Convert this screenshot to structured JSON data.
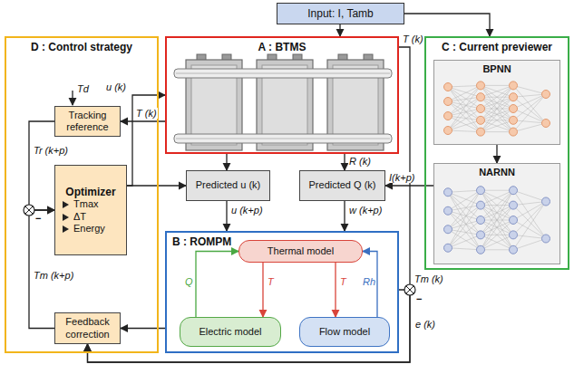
{
  "diagram": {
    "nodes": [
      {
        "text": [
          "Input: I, Tamb"
        ]
      },
      {
        "text": [
          "D : Control strategy"
        ]
      },
      {
        "text": [
          "Tracking reference"
        ],
        "in": 1
      },
      {
        "text": [
          "Optimizer",
          "Tmax",
          "ΔT",
          "Energy"
        ],
        "in": 1
      },
      {
        "text": [
          "Feedback correction"
        ],
        "in": 1
      },
      {
        "text": [
          "A : BTMS"
        ]
      },
      {
        "text": [
          "C : Current previewer"
        ]
      },
      {
        "text": [
          "BPNN"
        ],
        "in": 6
      },
      {
        "text": [
          "NARNN"
        ],
        "in": 6
      },
      {
        "text": [
          "Predicted u (k)"
        ]
      },
      {
        "text": [
          "Predicted Q (k)"
        ]
      },
      {
        "text": [
          "B : ROMPM"
        ]
      },
      {
        "text": [
          "Thermal model"
        ],
        "in": 11
      },
      {
        "text": [
          "Electric model"
        ],
        "in": 11
      },
      {
        "text": [
          "Flow model"
        ],
        "in": 11
      }
    ],
    "edges": [
      {
        "from": 0,
        "to": 5,
        "arrow": "to"
      },
      {
        "from": 0,
        "to": 6,
        "arrow": "to"
      },
      {
        "from": 5,
        "to": 2,
        "label": "T (k)",
        "arrow": "to"
      },
      {
        "from": 2,
        "to": 3,
        "label": "Tr (k+p)",
        "arrow": "to"
      },
      {
        "from": 4,
        "to": 3,
        "label": "Tm (k+p)",
        "arrow": "to"
      },
      {
        "from": 3,
        "to": 5,
        "label": "u (k)",
        "arrow": "to"
      },
      {
        "from": 3,
        "to": 9,
        "arrow": "to"
      },
      {
        "from": 5,
        "to": 9,
        "arrow": "to"
      },
      {
        "from": 5,
        "to": 10,
        "label": "R (k)",
        "arrow": "to"
      },
      {
        "from": 8,
        "to": 10,
        "label": "I(k+p)",
        "arrow": "to"
      },
      {
        "from": 7,
        "to": 8,
        "arrow": "to"
      },
      {
        "from": 9,
        "to": 11,
        "label": "u (k+p)",
        "arrow": "to"
      },
      {
        "from": 10,
        "to": 11,
        "label": "w (k+p)",
        "arrow": "to"
      },
      {
        "from": 11,
        "to": 4,
        "arrow": "to"
      },
      {
        "from": 5,
        "to": 4,
        "label": "T (k)",
        "arrow": "to"
      },
      {
        "from": 11,
        "to": 4,
        "label": "Tm (k)",
        "arrow": "to"
      },
      {
        "from": 13,
        "to": 12,
        "label": "Q",
        "arrow": "to"
      },
      {
        "from": 12,
        "to": 13,
        "label": "T",
        "arrow": "to"
      },
      {
        "from": 12,
        "to": 14,
        "label": "T",
        "arrow": "to"
      },
      {
        "from": 14,
        "to": 12,
        "label": "Rh",
        "arrow": "to"
      }
    ],
    "labels": [
      "Td",
      "e (k)",
      "−",
      "−"
    ]
  }
}
